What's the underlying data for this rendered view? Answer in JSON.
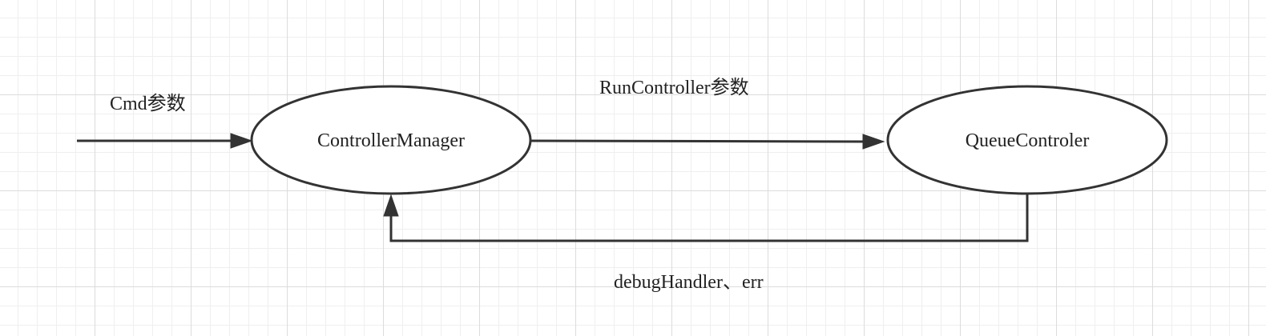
{
  "diagram": {
    "nodes": [
      {
        "id": "controller-manager",
        "label": "ControllerManager"
      },
      {
        "id": "queue-controler",
        "label": "QueueControler"
      }
    ],
    "edges": [
      {
        "from": "external-input",
        "to": "controller-manager",
        "label": "Cmd参数"
      },
      {
        "from": "controller-manager",
        "to": "queue-controler",
        "label": "RunController参数"
      },
      {
        "from": "queue-controler",
        "to": "controller-manager",
        "label": "debugHandler、err"
      }
    ]
  }
}
